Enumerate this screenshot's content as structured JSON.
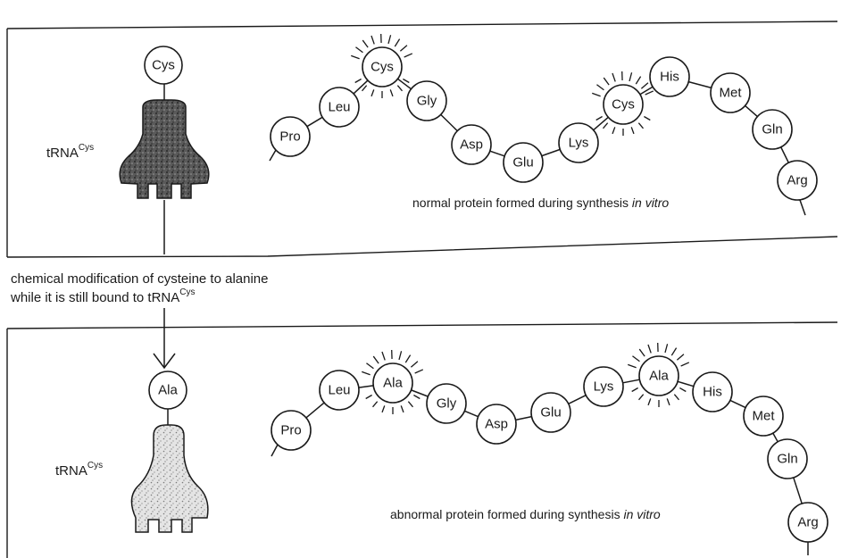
{
  "top_panel": {
    "trna_aa": "Cys",
    "trna_label": "tRNA",
    "trna_sup": "Cys",
    "caption_main": "normal protein formed during synthesis ",
    "caption_italic": "in vitro",
    "residues": [
      "Pro",
      "Leu",
      "Cys",
      "Gly",
      "Asp",
      "Glu",
      "Lys",
      "Cys",
      "His",
      "Met",
      "Gln",
      "Arg"
    ],
    "highlighted": [
      2,
      7
    ]
  },
  "modification": {
    "line1": "chemical modification of cysteine to alanine",
    "line2_main": "while it is still bound to tRNA",
    "line2_sup": "Cys"
  },
  "bottom_panel": {
    "trna_aa": "Ala",
    "trna_label": "tRNA",
    "trna_sup": "Cys",
    "caption_main": "abnormal protein formed during synthesis ",
    "caption_italic": "in vitro",
    "residues": [
      "Pro",
      "Leu",
      "Ala",
      "Gly",
      "Asp",
      "Glu",
      "Lys",
      "Ala",
      "His",
      "Met",
      "Gln",
      "Arg"
    ],
    "highlighted": [
      2,
      7
    ]
  }
}
